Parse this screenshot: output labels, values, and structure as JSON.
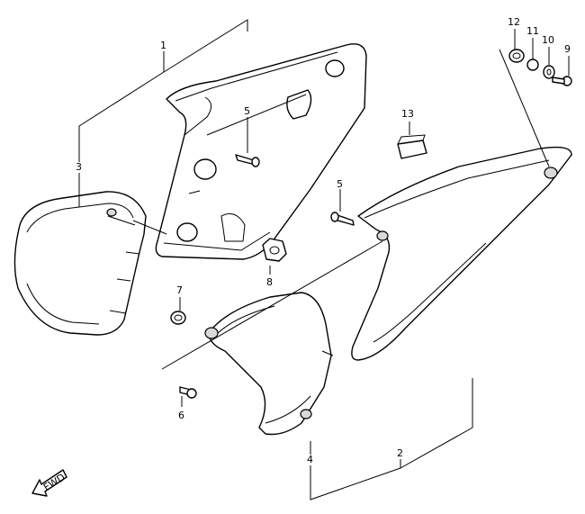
{
  "callouts": {
    "c1": "1",
    "c2": "2",
    "c3": "3",
    "c4": "4",
    "c5a": "5",
    "c5b": "5",
    "c6": "6",
    "c7": "7",
    "c8": "8",
    "c9": "9",
    "c10": "10",
    "c11": "11",
    "c12": "12",
    "c13": "13"
  },
  "fwd_label": "FWD"
}
